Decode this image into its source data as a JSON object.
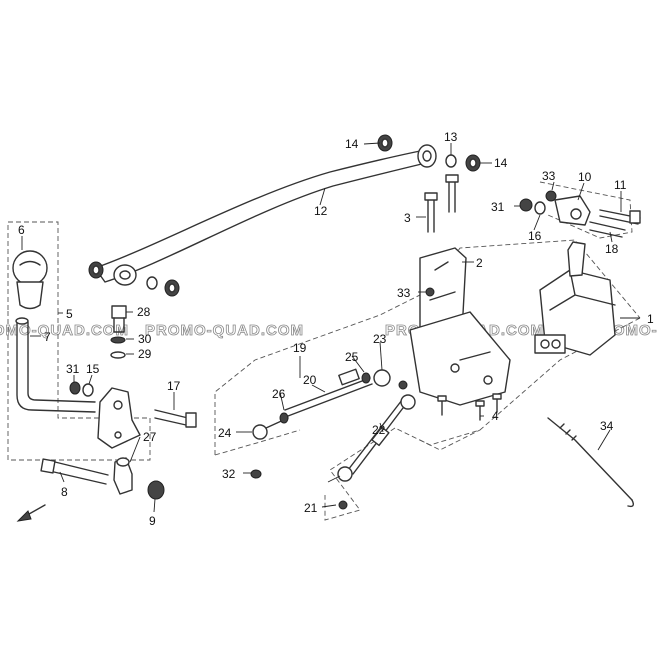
{
  "diagram": {
    "callouts": [
      "1",
      "2",
      "3",
      "4",
      "5",
      "6",
      "7",
      "8",
      "9",
      "10",
      "11",
      "12",
      "13",
      "14",
      "15",
      "16",
      "17",
      "18",
      "19",
      "20",
      "21",
      "22",
      "23",
      "24",
      "25",
      "26",
      "27",
      "28",
      "29",
      "30",
      "31",
      "32",
      "33",
      "34"
    ],
    "watermark": "PROMO-QUAD.COM",
    "line_color": "#333333",
    "background": "#ffffff"
  }
}
